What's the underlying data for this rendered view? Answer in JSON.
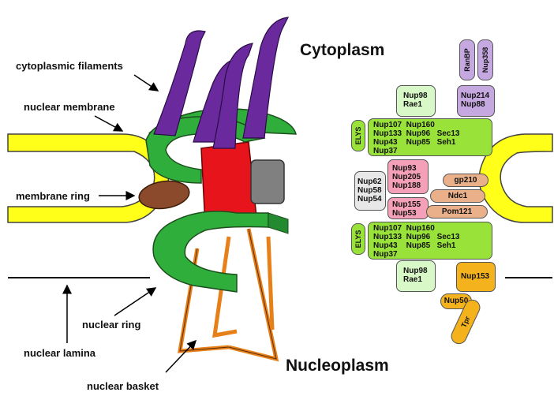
{
  "labels": {
    "cytoplasmic_filaments": "cytoplasmic filaments",
    "nuclear_membrane": "nuclear membrane",
    "membrane_ring": "membrane ring",
    "nuclear_ring": "nuclear ring",
    "nuclear_lamina": "nuclear lamina",
    "nuclear_basket": "nuclear basket",
    "cytoplasm": "Cytoplasm",
    "nucleoplasm": "Nucleoplasm"
  },
  "complexes": {
    "ranbp": "RanBP",
    "nup358": "Nup358",
    "nup214_88": "Nup214\nNup88",
    "nup98_rae1_top": "Nup98\nRae1",
    "elys_top": "ELYS",
    "y_top": "Nup107  Nup160\nNup133  Nup96   Sec13\nNup43    Nup85   Seh1\nNup37",
    "nup93_205_188": "Nup93\nNup205\nNup188",
    "nup62_58_54": "Nup62\nNup58\nNup54",
    "gp210": "gp210",
    "ndc1": "Ndc1",
    "nup155_53": "Nup155\nNup53",
    "pom121": "Pom121",
    "elys_bottom": "ELYS",
    "y_bottom": "Nup107  Nup160\nNup133  Nup96   Sec13\nNup43    Nup85   Seh1\nNup37",
    "nup98_rae1_bottom": "Nup98\nRae1",
    "nup153": "Nup153",
    "nup50": "Nup50",
    "tpr": "Tpr"
  },
  "colors": {
    "membrane": "#ffff1a",
    "ring": "#2fae3c",
    "filament": "#6a2a9e",
    "membrane_ring": "#8b4a2c",
    "central": "#e8141c",
    "transport": "#808080",
    "basket": "#e8801a",
    "lime": "#99e23a",
    "pink": "#f4a0b8",
    "lavender": "#c6a8e0",
    "lightgreen": "#d8f8c8",
    "lightgray": "#e8e8e8",
    "tan": "#eab08a",
    "orange": "#f4b31c"
  }
}
